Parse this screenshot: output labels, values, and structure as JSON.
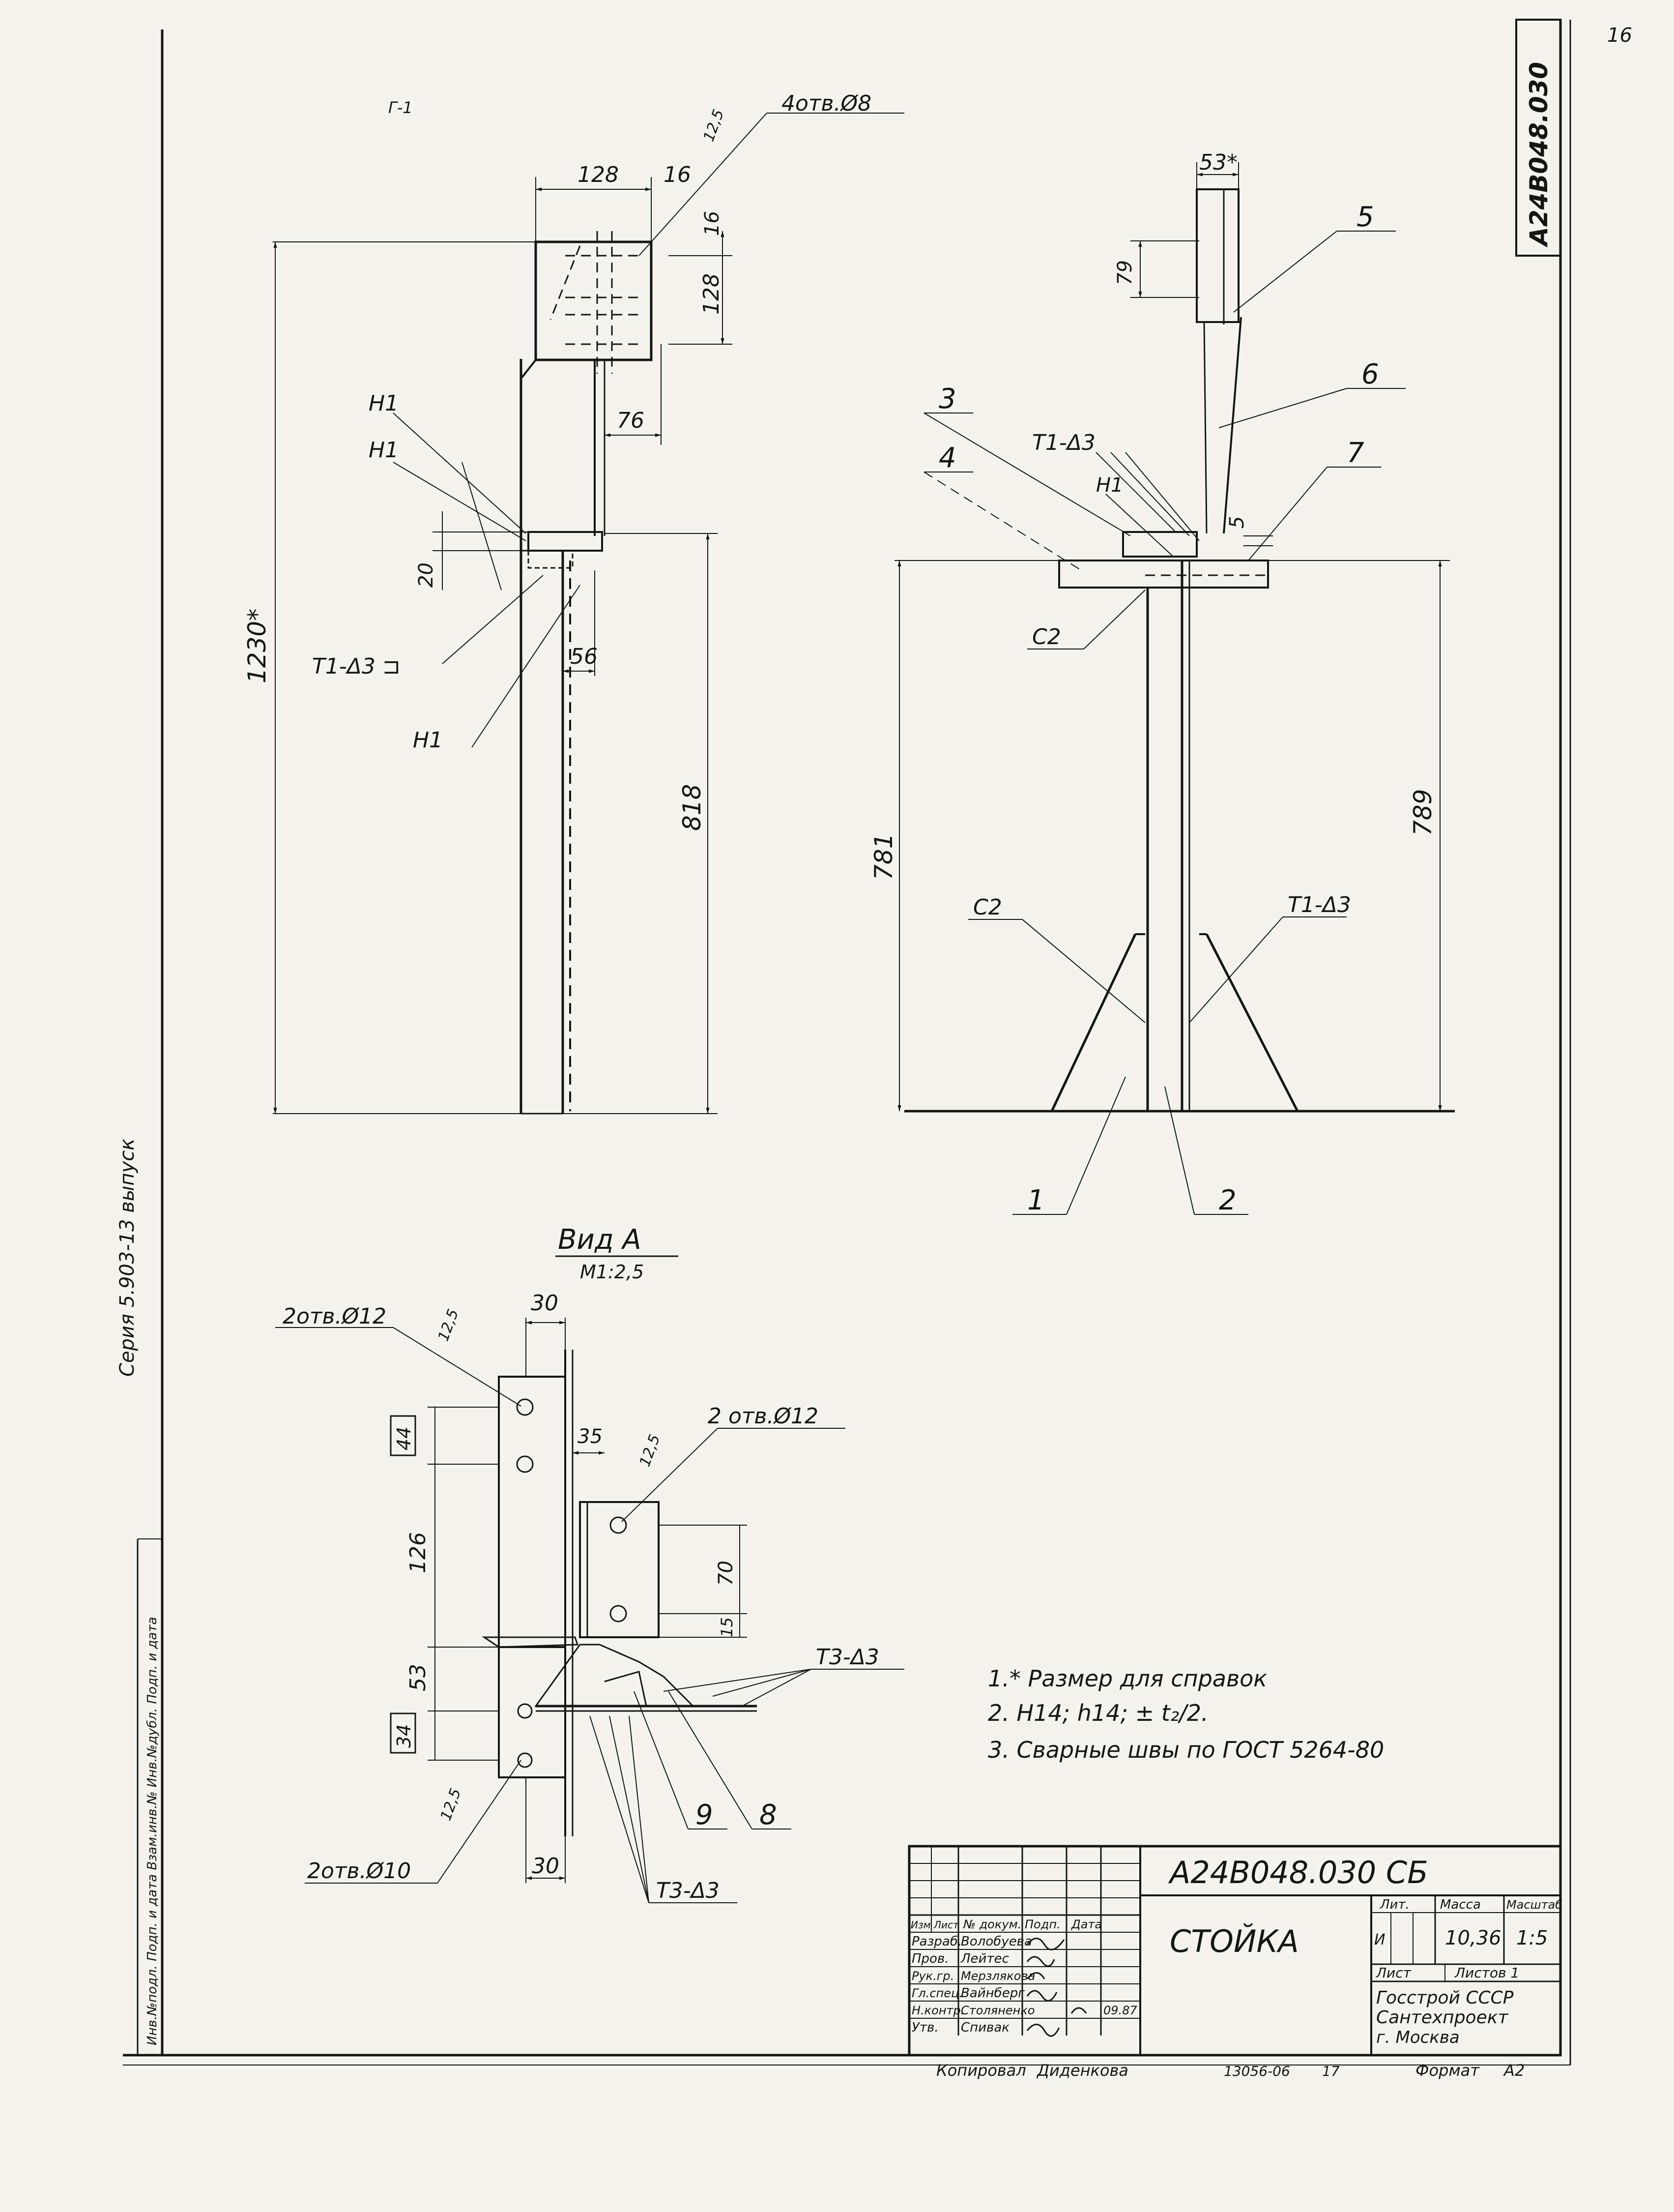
{
  "page_number": "16",
  "side_code": "А24В048.030",
  "left_margin_text": "Серия 5.903-13 выпуск",
  "left_stamp_text": "Инв.№подл.  Подп. и дата  Взам.инв.№  Инв.№дубл.  Подп. и дата",
  "top_mark": "Г-1",
  "front_view": {
    "holes_label": "4отв.Ø8",
    "roughness": "12,5",
    "dims": {
      "width_128": "128",
      "width_16": "16",
      "height_16": "16",
      "height_128": "128",
      "offset_76": "76",
      "gap_20": "20",
      "offset_56": "56",
      "total_height": "1230*",
      "height_818": "818"
    },
    "weld_h1": "Н1",
    "weld_t1": "Т1-Δ3 ⊐"
  },
  "side_view": {
    "dims": {
      "top_53": "53*",
      "height_79": "79",
      "gap_5": "5",
      "height_781": "781",
      "height_789": "789"
    },
    "weld_t1": "Т1-Δ3",
    "weld_h1": "Н1",
    "weld_c2": "С2",
    "positions": [
      "1",
      "2",
      "3",
      "4",
      "5",
      "6",
      "7"
    ]
  },
  "view_a": {
    "title": "Вид А",
    "scale": "М1:2,5",
    "holes_12_left": "2отв.Ø12",
    "holes_12_right": "2 отв.Ø12",
    "holes_10": "2отв.Ø10",
    "roughness": "12,5",
    "dims": {
      "w30_top": "30",
      "w35": "35",
      "h44": "44",
      "h126": "126",
      "h70": "70",
      "h15": "15",
      "h53": "53",
      "h34": "34",
      "w30_bottom": "30"
    },
    "weld_t3": "Т3-Δ3",
    "positions": [
      "9",
      "8"
    ]
  },
  "notes": [
    "1.* Размер для справок",
    "2. Н14; h14; ± t₂/2.",
    "3. Сварные швы по ГОСТ 5264-80"
  ],
  "title_block": {
    "doc_code": "А24В048.030 СБ",
    "part_name": "СТОЙКА",
    "header_lit": "Лит.",
    "header_mass": "Масса",
    "header_scale": "Масштаб",
    "lit_value": "И",
    "mass": "10,36",
    "scale": "1:5",
    "sheet_label": "Лист",
    "sheets_label": "Листов 1",
    "org_lines": [
      "Госстрой СССР",
      "Сантехпроект",
      "г. Москва"
    ],
    "col_headers": [
      "Изм",
      "Лист",
      "№ докум.",
      "Подп.",
      "Дата"
    ],
    "roles": [
      {
        "role": "Разраб.",
        "name": "Волобуева"
      },
      {
        "role": "Пров.",
        "name": "Лейтес"
      },
      {
        "role": "Рук.гр.",
        "name": "Мерзлякова"
      },
      {
        "role": "Гл.спец.",
        "name": "Вайнберг"
      },
      {
        "role": "Н.контр.",
        "name": "Столяненко"
      },
      {
        "role": "Утв.",
        "name": "Спивак"
      }
    ],
    "signature_date": "09.87",
    "copied_label": "Копировал",
    "copied_name": "Диденкова",
    "order_number": "13056-06",
    "order_sheet": "17",
    "format_label": "Формат",
    "format_value": "А2"
  },
  "border_color": "#151515",
  "paper_color": "#f4f3ee"
}
